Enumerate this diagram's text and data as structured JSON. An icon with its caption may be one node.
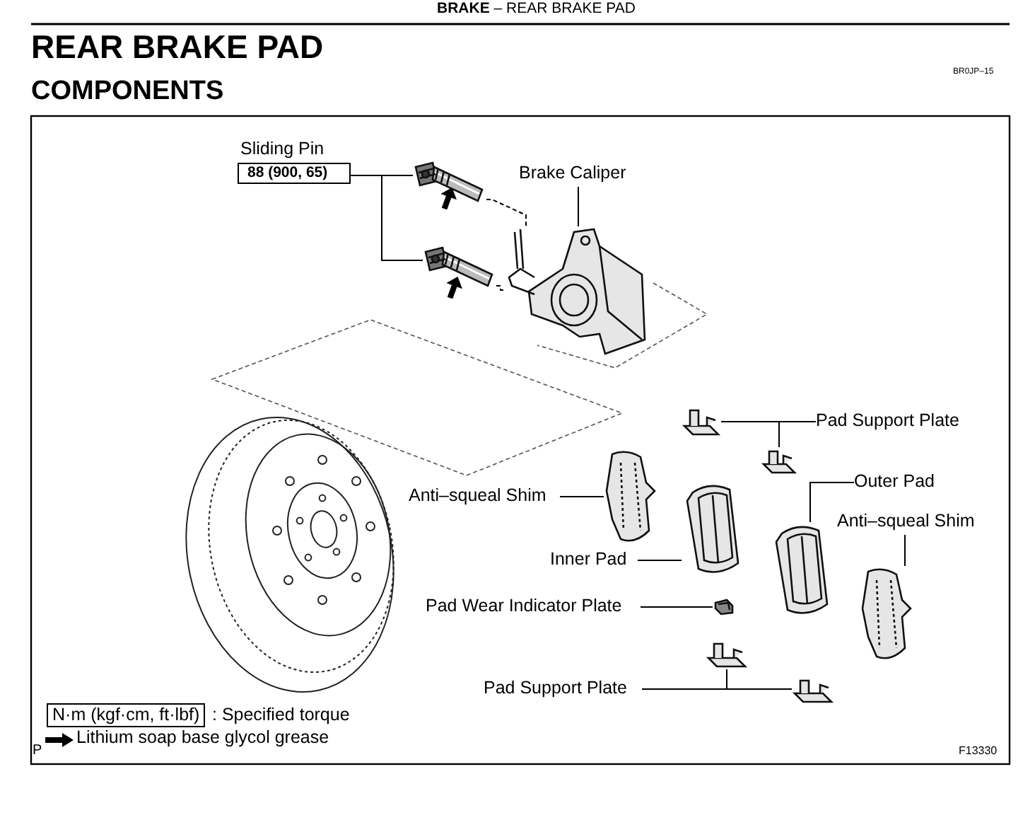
{
  "diagram": {
    "title": "REAR BRAKE PAD",
    "nodes": [
      {
        "text": [
          "Sliding Pin",
          "88 (900, 65)"
        ]
      },
      {
        "text": [],
        "shape": "picture"
      },
      {
        "text": [],
        "shape": "picture"
      },
      {
        "text": [
          "Brake Caliper"
        ]
      },
      {
        "text": [],
        "shape": "picture"
      },
      {
        "text": [
          "Pad Support Plate"
        ]
      },
      {
        "text": [],
        "shape": "picture"
      },
      {
        "text": [],
        "shape": "picture"
      },
      {
        "text": [
          "Anti–squeal Shim"
        ]
      },
      {
        "text": [],
        "shape": "picture"
      },
      {
        "text": [
          "Inner Pad"
        ]
      },
      {
        "text": [],
        "shape": "picture"
      },
      {
        "text": [
          "Outer Pad"
        ]
      },
      {
        "text": [],
        "shape": "picture"
      },
      {
        "text": [
          "Anti–squeal Shim"
        ]
      },
      {
        "text": [],
        "shape": "picture"
      },
      {
        "text": [
          "Pad Wear Indicator Plate"
        ]
      },
      {
        "text": [],
        "shape": "picture"
      },
      {
        "text": [
          "Pad Support Plate"
        ]
      },
      {
        "text": [],
        "shape": "picture"
      },
      {
        "text": [],
        "shape": "picture"
      }
    ],
    "edges": [
      {
        "from": 0,
        "to": 1,
        "arrow": "none"
      },
      {
        "from": 0,
        "to": 2,
        "arrow": "none"
      },
      {
        "from": 3,
        "to": 4,
        "arrow": "none"
      },
      {
        "from": 5,
        "to": 6,
        "arrow": "none"
      },
      {
        "from": 5,
        "to": 7,
        "arrow": "none"
      },
      {
        "from": 8,
        "to": 9,
        "arrow": "none"
      },
      {
        "from": 10,
        "to": 11,
        "arrow": "none"
      },
      {
        "from": 12,
        "to": 13,
        "arrow": "none"
      },
      {
        "from": 14,
        "to": 15,
        "arrow": "none"
      },
      {
        "from": 16,
        "to": 17,
        "arrow": "none"
      },
      {
        "from": 18,
        "to": 19,
        "arrow": "none"
      },
      {
        "from": 18,
        "to": 20,
        "arrow": "none"
      },
      {
        "from": 1,
        "to": 4,
        "arrow": "none",
        "style": "dashed"
      },
      {
        "from": 2,
        "to": 4,
        "arrow": "none",
        "style": "dashed"
      }
    ],
    "labels": [
      "**BRAKE** – REAR BRAKE PAD",
      "COMPONENTS",
      "BR0JP–15",
      "N·m (kgf·cm, ft·lbf)",
      "P",
      "F13330"
    ],
    "legend": [
      {
        "text": ": Specified torque"
      },
      {
        "text": "Lithium soap base glycol grease"
      }
    ]
  }
}
